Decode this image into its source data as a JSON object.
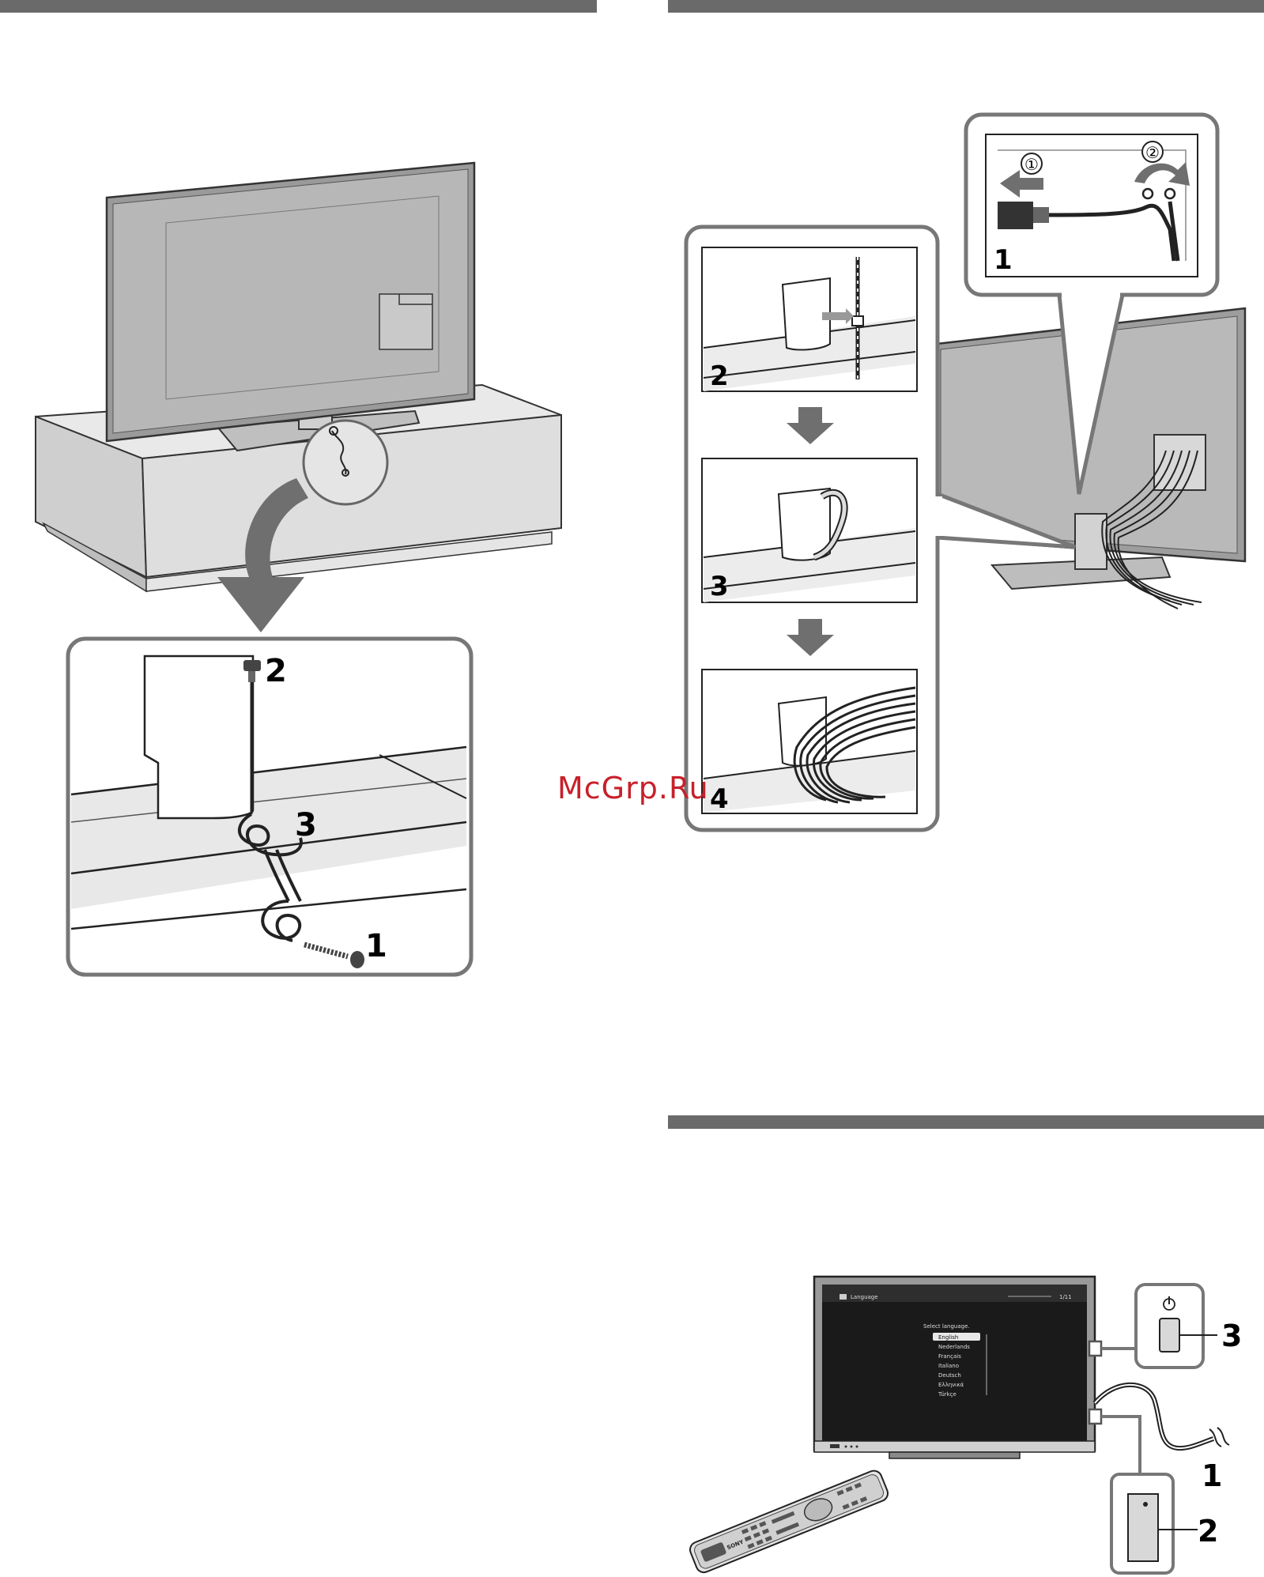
{
  "watermark": "McGrp.Ru",
  "left_figure": {
    "callouts": {
      "one": "1",
      "two": "2",
      "three": "3"
    }
  },
  "right_figure": {
    "steps": {
      "one": "1",
      "two": "2",
      "three": "3",
      "four": "4"
    },
    "circled": {
      "one": "①",
      "two": "②"
    }
  },
  "power_figure": {
    "callouts": {
      "one": "1",
      "two": "2",
      "three": "3"
    },
    "screen": {
      "header_title": "Language",
      "page_indicator": "1/11",
      "prompt": "Select language.",
      "languages": [
        "English",
        "Nederlands",
        "Français",
        "Italiano",
        "Deutsch",
        "Ελληνικά",
        "Türkçe"
      ]
    },
    "remote_brand": "SONY"
  }
}
